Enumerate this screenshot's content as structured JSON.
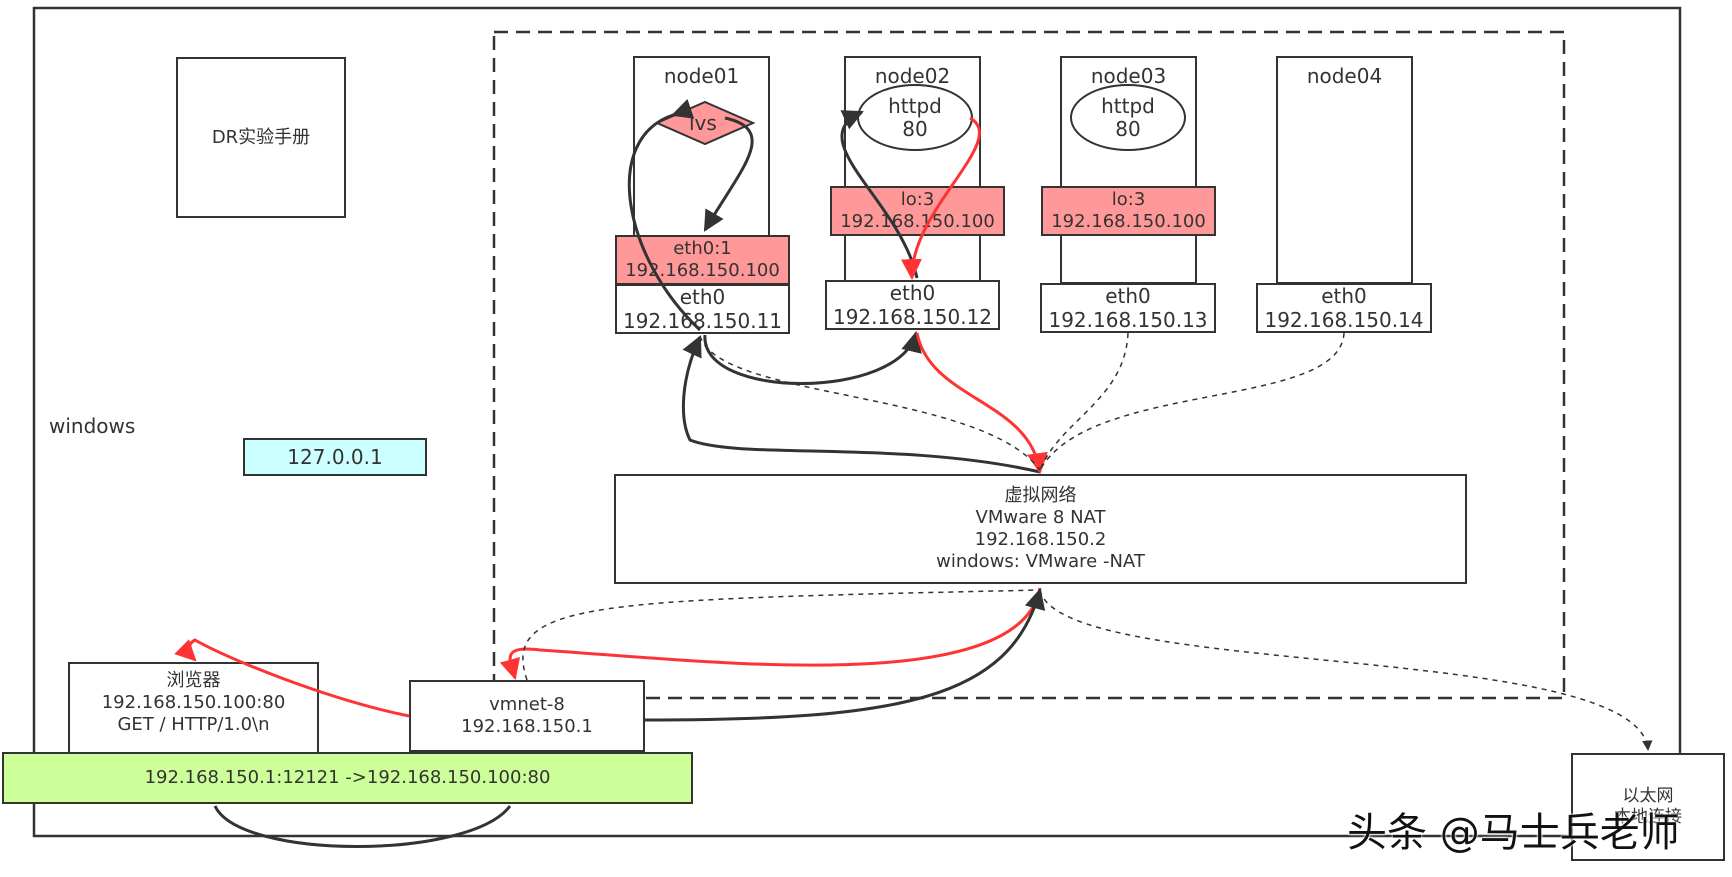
{
  "outer_label": "windows",
  "manual_box": "DR实验手册",
  "loopback": "127.0.0.1",
  "nodes": [
    {
      "name": "node01",
      "service": "lvs",
      "alias_name": "eth0:1",
      "alias_ip": "192.168.150.100",
      "eth_name": "eth0",
      "eth_ip": "192.168.150.11"
    },
    {
      "name": "node02",
      "service": "httpd",
      "port": "80",
      "alias_name": "lo:3",
      "alias_ip": "192.168.150.100",
      "eth_name": "eth0",
      "eth_ip": "192.168.150.12"
    },
    {
      "name": "node03",
      "service": "httpd",
      "port": "80",
      "alias_name": "lo:3",
      "alias_ip": "192.168.150.100",
      "eth_name": "eth0",
      "eth_ip": "192.168.150.13"
    },
    {
      "name": "node04",
      "eth_name": "eth0",
      "eth_ip": "192.168.150.14"
    }
  ],
  "nat": {
    "line1": "虚拟网络",
    "line2": "VMware 8   NAT",
    "line3": "192.168.150.2",
    "line4": "windows: VMware -NAT"
  },
  "browser": {
    "line1": "浏览器",
    "line2": "192.168.150.100:80",
    "line3": "GET / HTTP/1.0\\n"
  },
  "vmnet": {
    "line1": "vmnet-8",
    "line2": "192.168.150.1"
  },
  "connection": "192.168.150.1:12121 ->192.168.150.100:80",
  "ethernet": {
    "line1": "以太网",
    "line2": "本地连接"
  },
  "watermark": "头条 @马士兵老师",
  "colors": {
    "alias_fill": "#ff9999",
    "loopback_fill": "#ccffff",
    "connection_fill": "#ccff99",
    "red_path": "#ff3333",
    "dark_path": "#333333"
  }
}
